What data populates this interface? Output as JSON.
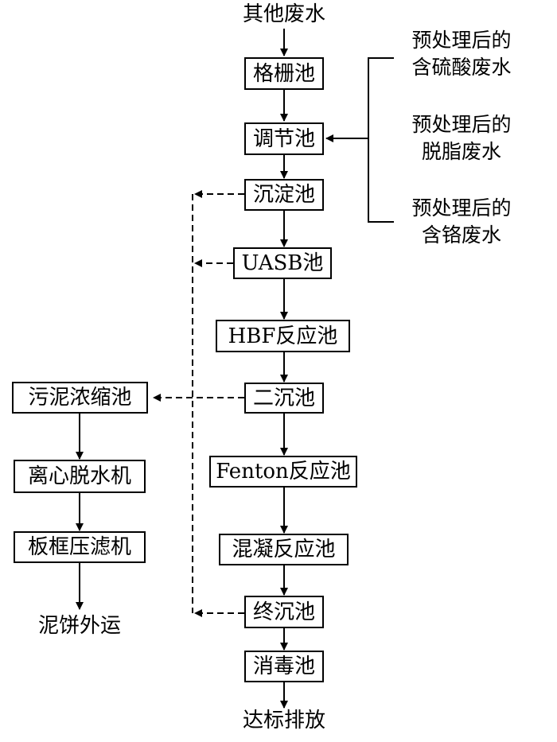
{
  "flow": {
    "input": "其他废水",
    "main_steps": [
      "格栅池",
      "调节池",
      "沉淀池",
      "UASB池",
      "HBF反应池",
      "二沉池",
      "Fenton反应池",
      "混凝反应池",
      "终沉池",
      "消毒池"
    ],
    "output": "达标排放"
  },
  "side_inputs": [
    {
      "line1": "预处理后的",
      "line2": "含硫酸废水"
    },
    {
      "line1": "预处理后的",
      "line2": "脱脂废水"
    },
    {
      "line1": "预处理后的",
      "line2": "含铬废水"
    }
  ],
  "sludge": {
    "steps": [
      "污泥浓缩池",
      "离心脱水机",
      "板框压滤机"
    ],
    "output": "泥饼外运"
  }
}
